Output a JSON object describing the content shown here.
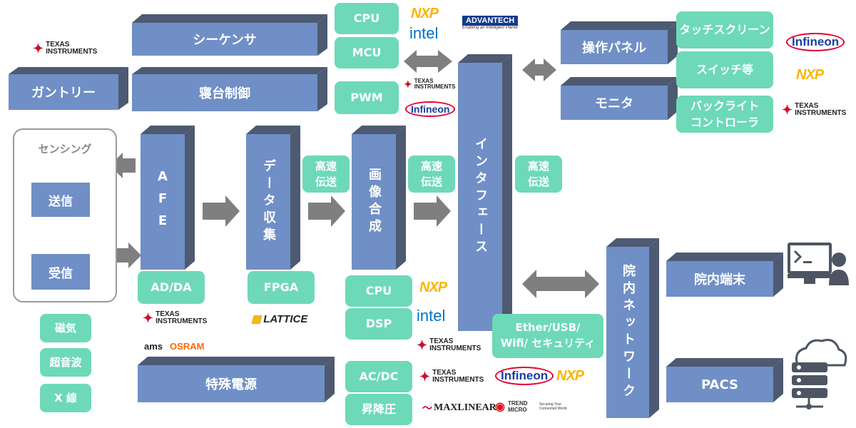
{
  "blocks": {
    "sequencer": "シーケンサ",
    "gantry": "ガントリー",
    "bed_control": "寝台制御",
    "afe": "AFE",
    "data_acq": "データ収集",
    "image_synth": "画像合成",
    "interface": "インタフェース",
    "control_panel": "操作パネル",
    "monitor": "モニタ",
    "special_power": "特殊電源",
    "hospital_network": "院内ネットワーク",
    "hospital_terminal": "院内端末",
    "pacs": "PACS"
  },
  "sensing": {
    "title": "センシング",
    "transmit": "送信",
    "receive": "受信"
  },
  "chips": {
    "cpu_top": "CPU",
    "mcu": "MCU",
    "pwm": "PWM",
    "touchscreen": "タッチスクリーン",
    "switch": "スイッチ等",
    "backlight": "バックライト\nコントローラ",
    "hs1": "高速\n伝送",
    "hs2": "高速\n伝送",
    "hs3": "高速\n伝送",
    "addа": "AD/DA",
    "fpga": "FPGA",
    "cpu_mid": "CPU",
    "dsp": "DSP",
    "acdc": "AC/DC",
    "updown": "昇降圧",
    "ether": "Ether/USB/\nWifi/ セキュリティ",
    "magnetic": "磁気",
    "ultrasound": "超音波",
    "xray": "X 線"
  },
  "logos": {
    "ti": "TEXAS INSTRUMENTS",
    "nxp": "NXP",
    "intel": "intel",
    "advantech": "ADVANTECH",
    "advantech_tag": "Enabling an Intelligent Planet",
    "infineon": "Infineon",
    "lattice": "LATTICE",
    "ams": "ams",
    "osram": "OSRAM",
    "maxlinear": "MAXLINEAR",
    "trend": "TREND MICRO",
    "trend_tag": "Securing Your Connected World"
  },
  "colors": {
    "block": "#6f8fc6",
    "block_dark": "#3e4653",
    "chip": "#6dd9b8",
    "arrow": "#7f7f7f"
  }
}
